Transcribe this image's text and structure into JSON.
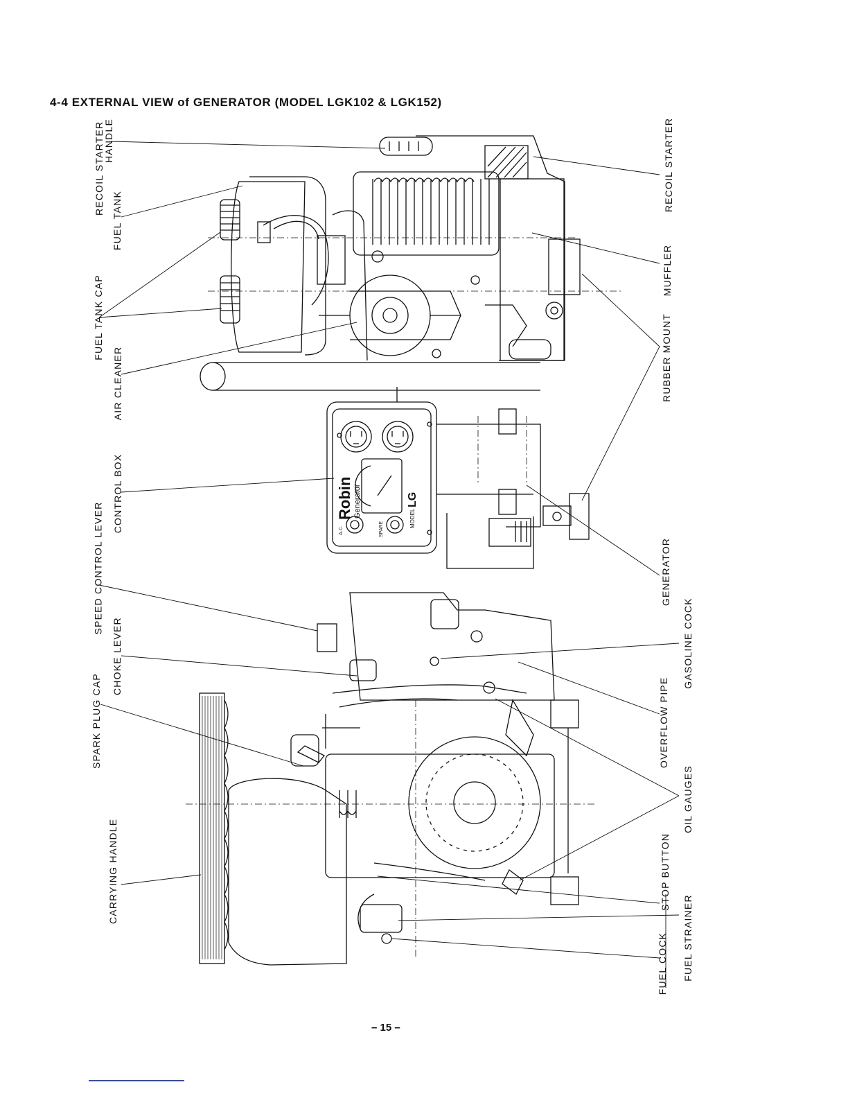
{
  "document": {
    "title": "4-4  EXTERNAL VIEW of GENERATOR (MODEL LGK102 & LGK152)",
    "page_number": "– 15 –"
  },
  "panel": {
    "brand": "Robin",
    "subtitle": "Generator",
    "model_prefix": "MODEL",
    "model": "LG",
    "ac_label": "A.C.",
    "spare_label": "SPARE"
  },
  "labels": {
    "recoil_starter_handle_1": "RECOIL STARTER",
    "recoil_starter_handle_2": "HANDLE",
    "fuel_tank": "FUEL TANK",
    "fuel_tank_cap": "FUEL TANK CAP",
    "air_cleaner": "AIR CLEANER",
    "control_box": "CONTROL BOX",
    "speed_control_lever": "SPEED CONTROL LEVER",
    "choke_lever": "CHOKE LEVER",
    "spark_plug_cap": "SPARK PLUG CAP",
    "carrying_handle": "CARRYING HANDLE",
    "recoil_starter": "RECOIL STARTER",
    "muffler": "MUFFLER",
    "rubber_mount": "RUBBER MOUNT",
    "generator": "GENERATOR",
    "gasoline_cock": "GASOLINE COCK",
    "overflow_pipe": "OVERFLOW PIPE",
    "oil_gauges": "OIL GAUGES",
    "stop_button": "STOP BUTTON",
    "fuel_strainer": "FUEL STRAINER",
    "fuel_cock": "FUEL COCK"
  }
}
